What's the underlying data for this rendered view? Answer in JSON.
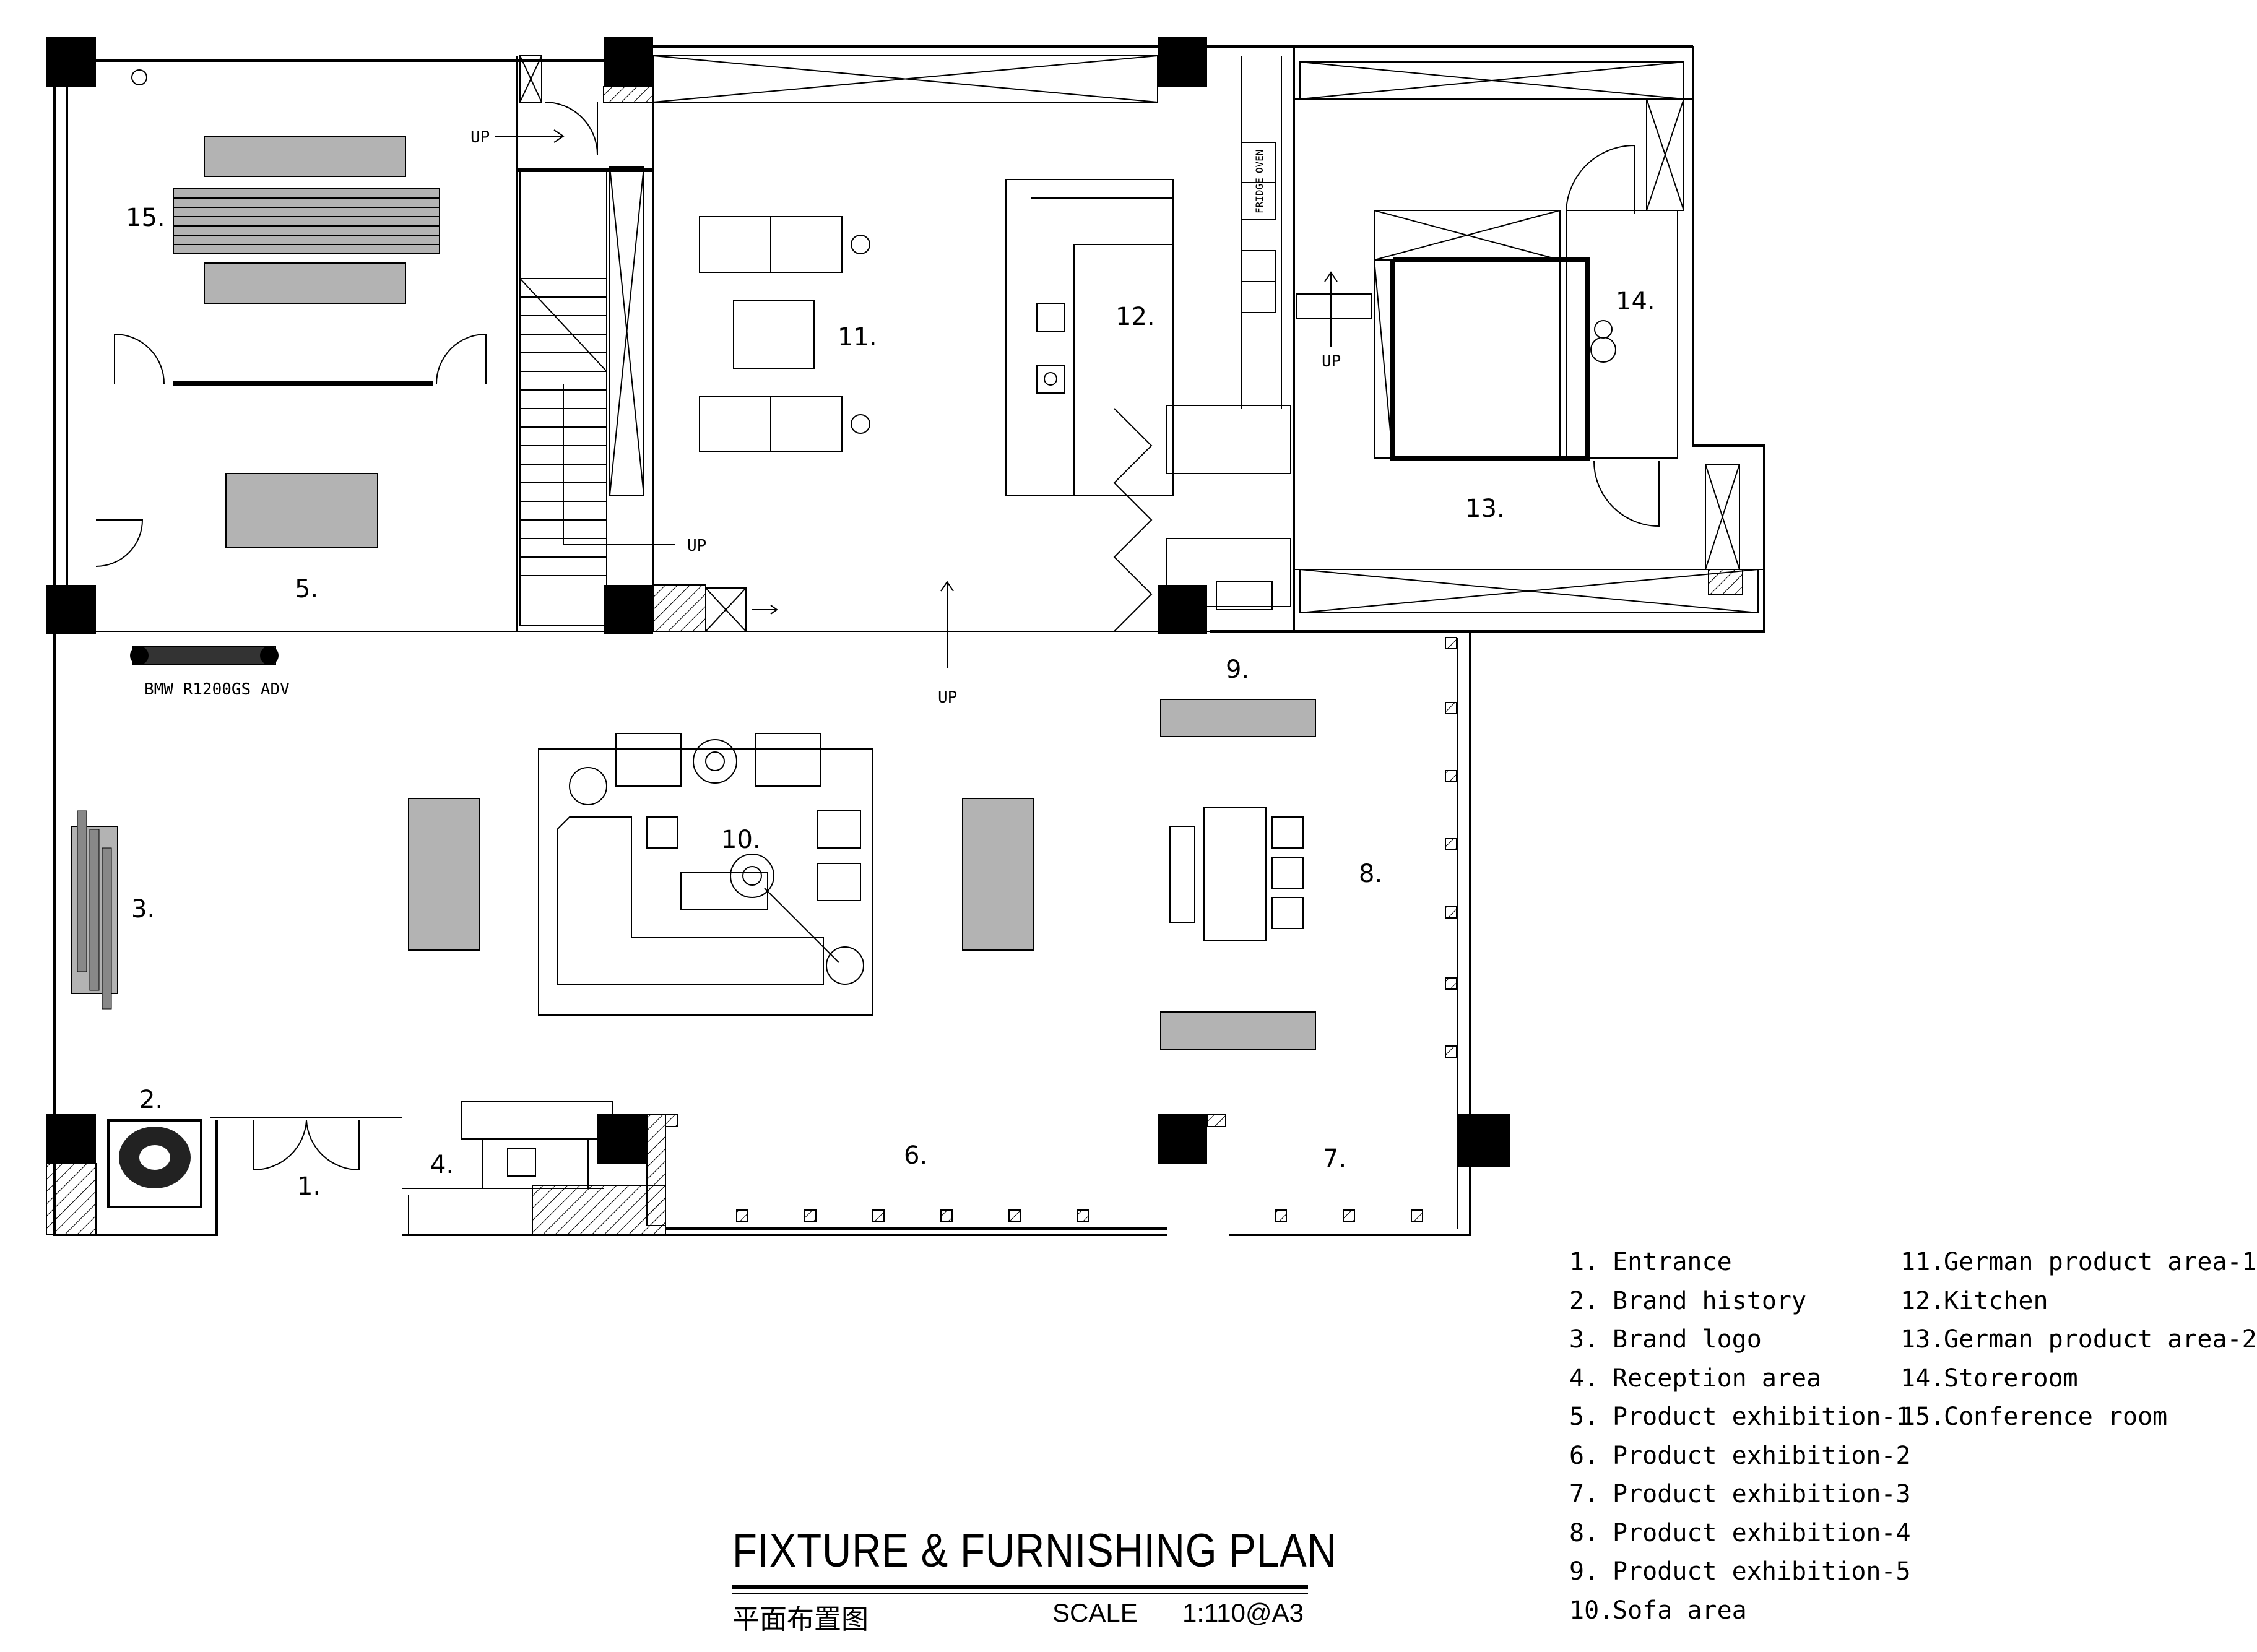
{
  "drawing": {
    "title": "FIXTURE & FURNISHING PLAN",
    "subtitle_cn": "平面布置图",
    "scale_label": "SCALE",
    "scale_value": "1:110@A3"
  },
  "room_numbers": {
    "r1": "1.",
    "r2": "2.",
    "r3": "3.",
    "r4": "4.",
    "r5": "5.",
    "r6": "6.",
    "r7": "7.",
    "r8": "8.",
    "r9": "9.",
    "r10": "10.",
    "r11": "11.",
    "r12": "12.",
    "r13": "13.",
    "r14": "14.",
    "r15": "15."
  },
  "annotations": {
    "up": "UP",
    "motorcycle": "BMW R1200GS ADV",
    "fridge": "FRIDGE",
    "oven": "OVEN"
  },
  "legend": [
    {
      "num": "1.",
      "label": "Entrance"
    },
    {
      "num": "2.",
      "label": "Brand history"
    },
    {
      "num": "3.",
      "label": "Brand logo"
    },
    {
      "num": "4.",
      "label": "Reception area"
    },
    {
      "num": "5.",
      "label": "Product exhibition-1"
    },
    {
      "num": "6.",
      "label": "Product exhibition-2"
    },
    {
      "num": "7.",
      "label": "Product exhibition-3"
    },
    {
      "num": "8.",
      "label": "Product exhibition-4"
    },
    {
      "num": "9.",
      "label": "Product exhibition-5"
    },
    {
      "num": "10.",
      "label": "Sofa area"
    },
    {
      "num": "11.",
      "label": "German product area-1"
    },
    {
      "num": "12.",
      "label": "Kitchen"
    },
    {
      "num": "13.",
      "label": "German product area-2"
    },
    {
      "num": "14.",
      "label": "Storeroom"
    },
    {
      "num": "15.",
      "label": "Conference room"
    }
  ],
  "colors": {
    "line": "#000000",
    "furniture_fill": "#b3b3b3",
    "column_fill": "#000000",
    "background": "#ffffff"
  }
}
